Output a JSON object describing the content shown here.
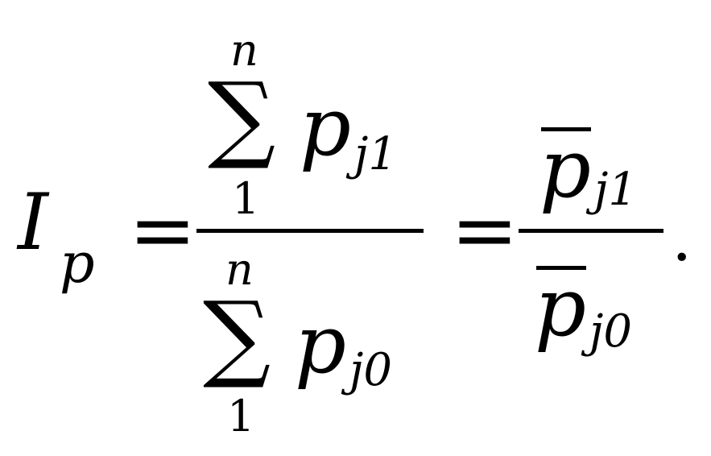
{
  "formula": {
    "lhs_main": "I",
    "lhs_sub": "p",
    "equals_1": "=",
    "equals_2": "=",
    "fraction_1": {
      "numerator": {
        "sum_symbol": "∑",
        "upper_limit": "n",
        "lower_limit": "1",
        "term": "p",
        "term_sub": "j1"
      },
      "denominator": {
        "sum_symbol": "∑",
        "upper_limit": "n",
        "lower_limit": "1",
        "term": "p",
        "term_sub": "j0"
      }
    },
    "fraction_2": {
      "numerator": {
        "term": "p",
        "term_sub": "j1"
      },
      "denominator": {
        "term": "p",
        "term_sub": "j0"
      }
    },
    "terminator": "."
  }
}
